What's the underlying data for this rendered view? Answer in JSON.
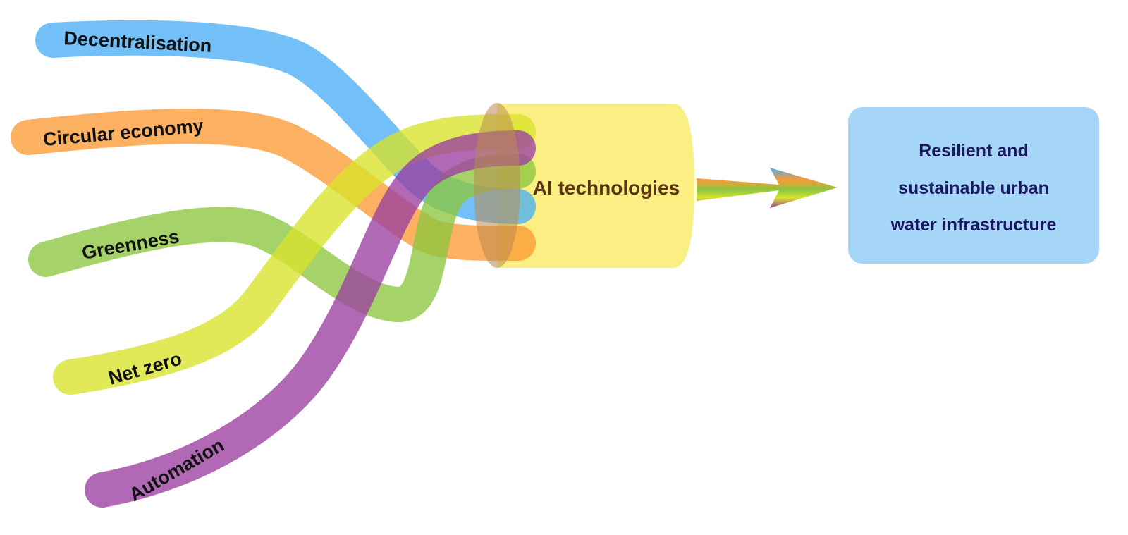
{
  "drivers": [
    {
      "label": "Decentralisation",
      "color": "#4aaef5"
    },
    {
      "label": "Circular economy",
      "color": "#fb9a35"
    },
    {
      "label": "Greenness",
      "color": "#8cc63f"
    },
    {
      "label": "Net zero",
      "color": "#d9e32a"
    },
    {
      "label": "Automation",
      "color": "#9b3fa0"
    }
  ],
  "core": {
    "label": "AI technologies",
    "color": "#fbef84"
  },
  "outcome": {
    "lines": [
      "Resilient and",
      "sustainable urban",
      "water infrastructure"
    ],
    "color": "#a6d6f7"
  }
}
